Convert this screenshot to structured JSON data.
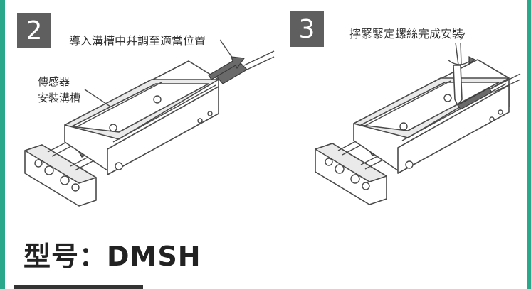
{
  "step2": {
    "number": "2",
    "caption": "導入溝槽中幷調至適當位置"
  },
  "sensor_label": {
    "line1": "傳感器",
    "line2": "安裝溝槽"
  },
  "step3": {
    "number": "3",
    "caption": "擰緊緊定螺絲完成安裝"
  },
  "model": {
    "label": "型号：DMSH"
  },
  "colors": {
    "frame": "#2aa88c",
    "badge": "#5f5f5f"
  }
}
